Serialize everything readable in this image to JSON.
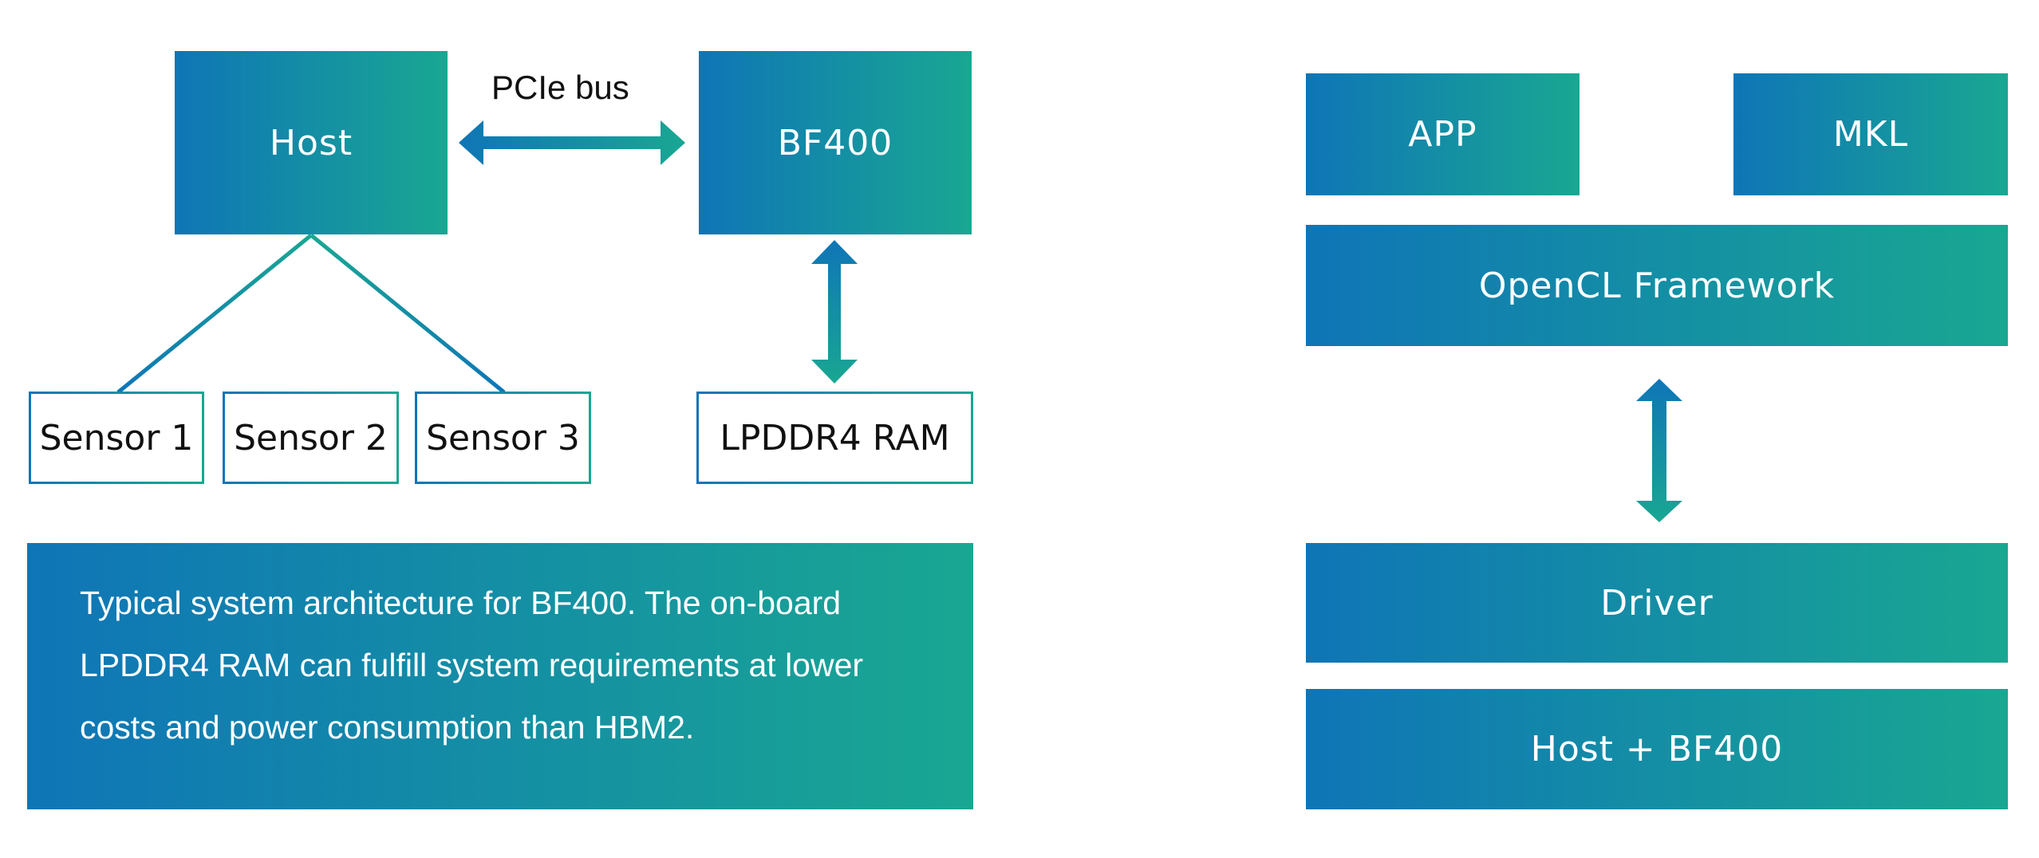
{
  "left_diagram": {
    "host_label": "Host",
    "bf400_label": "BF400",
    "bus_label": "PCIe bus",
    "sensors": [
      "Sensor 1",
      "Sensor 2",
      "Sensor 3"
    ],
    "ram_label": "LPDDR4 RAM",
    "caption": "Typical system architecture for BF400. The on-board LPDDR4 RAM can fulfill system requirements at lower costs and power consumption than HBM2."
  },
  "right_diagram": {
    "app_label": "APP",
    "mkl_label": "MKL",
    "framework_label": "OpenCL Framework",
    "driver_label": "Driver",
    "platform_label": "Host + BF400"
  },
  "colors": {
    "gradient_start": "#0f75b7",
    "gradient_end": "#19a792"
  }
}
